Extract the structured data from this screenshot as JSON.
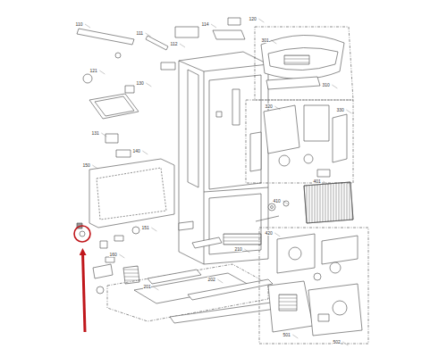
{
  "diagram": {
    "labels": [
      "110",
      "111",
      "112",
      "114",
      "120",
      "121",
      "130",
      "131",
      "140",
      "150",
      "151",
      "160",
      "201",
      "202",
      "210",
      "301",
      "310",
      "320",
      "330",
      "401",
      "410",
      "420",
      "501",
      "502"
    ]
  }
}
